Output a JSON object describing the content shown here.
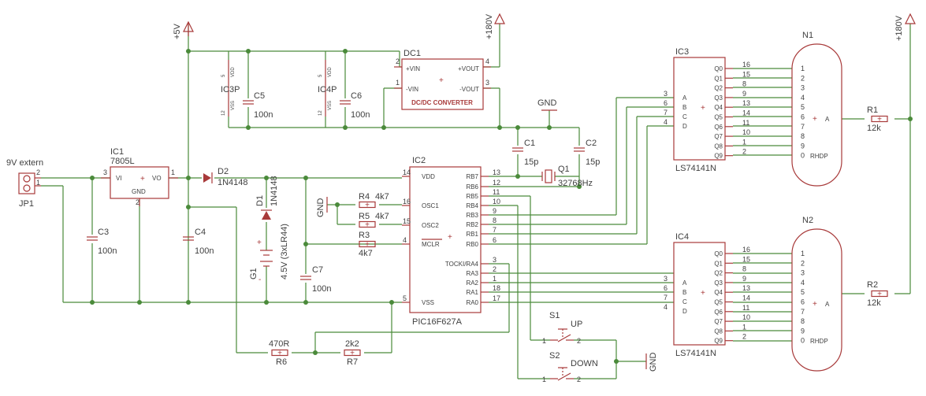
{
  "supply": {
    "plus5v": "+5V",
    "plus180v": "+180V",
    "gnd": "GND"
  },
  "connector": {
    "name": "9V extern",
    "ref": "JP1",
    "pin_top": "2",
    "pin_bottom": "1"
  },
  "ic1": {
    "name": "IC1",
    "value": "7805L",
    "vi": "VI",
    "vo": "VO",
    "gnd": "GND",
    "pin_in": "3",
    "pin_out": "1",
    "pin_gnd": "2"
  },
  "ic2": {
    "name": "IC2",
    "value": "PIC16F627A",
    "left_pins": [
      {
        "label": "VDD",
        "num": "14"
      },
      {
        "label": "OSC1",
        "num": "16"
      },
      {
        "label": "OSC2",
        "num": "15"
      },
      {
        "label": "MCLR",
        "num": "4"
      },
      {
        "label": "VSS",
        "num": "5"
      }
    ],
    "right_pins": [
      {
        "label": "RB7",
        "num": "13"
      },
      {
        "label": "RB6",
        "num": "12"
      },
      {
        "label": "RB5",
        "num": "11"
      },
      {
        "label": "RB4",
        "num": "10"
      },
      {
        "label": "RB3",
        "num": "9"
      },
      {
        "label": "RB2",
        "num": "8"
      },
      {
        "label": "RB1",
        "num": "7"
      },
      {
        "label": "RB0",
        "num": "6"
      },
      {
        "label": "TOCKI/RA4",
        "num": "3"
      },
      {
        "label": "RA3",
        "num": "2"
      },
      {
        "label": "RA2",
        "num": "1"
      },
      {
        "label": "RA1",
        "num": "18"
      },
      {
        "label": "RA0",
        "num": "17"
      }
    ]
  },
  "ic3p": {
    "name": "IC3P",
    "vdd": "VDD",
    "vss": "VSS",
    "pin_top": "5",
    "pin_bottom": "12"
  },
  "ic4p": {
    "name": "IC4P",
    "vdd": "VDD",
    "vss": "VSS",
    "pin_top": "5",
    "pin_bottom": "12"
  },
  "dc1": {
    "name": "DC1",
    "title": "DC/DC CONVERTER",
    "plus_vin": "+VIN",
    "minus_vin": "-VIN",
    "plus_vout": "+VOUT",
    "minus_vout": "-VOUT",
    "pin_plus_vin": "2",
    "pin_minus_vin": "1",
    "pin_plus_vout": "4",
    "pin_minus_vout": "3"
  },
  "decoders": [
    {
      "name": "IC3",
      "value": "LS74141N",
      "inputs": [
        {
          "label": "A",
          "num": "3"
        },
        {
          "label": "B",
          "num": "6"
        },
        {
          "label": "C",
          "num": "7"
        },
        {
          "label": "D",
          "num": "4"
        }
      ]
    },
    {
      "name": "IC4",
      "value": "LS74141N",
      "inputs": [
        {
          "label": "A",
          "num": "3"
        },
        {
          "label": "B",
          "num": "6"
        },
        {
          "label": "C",
          "num": "7"
        },
        {
          "label": "D",
          "num": "4"
        }
      ]
    }
  ],
  "decoder_outputs": [
    {
      "label": "Q0",
      "num": "16"
    },
    {
      "label": "Q1",
      "num": "15"
    },
    {
      "label": "Q2",
      "num": "8"
    },
    {
      "label": "Q3",
      "num": "9"
    },
    {
      "label": "Q4",
      "num": "13"
    },
    {
      "label": "Q5",
      "num": "14"
    },
    {
      "label": "Q6",
      "num": "11"
    },
    {
      "label": "Q7",
      "num": "10"
    },
    {
      "label": "Q8",
      "num": "1"
    },
    {
      "label": "Q9",
      "num": "2"
    }
  ],
  "tubes": [
    {
      "name": "N1"
    },
    {
      "name": "N2"
    }
  ],
  "tube_pins": [
    "1",
    "2",
    "3",
    "4",
    "5",
    "6",
    "7",
    "8",
    "9",
    "0"
  ],
  "tube_anode": "A",
  "tube_rhdp": "RHDP",
  "components": {
    "c1": {
      "name": "C1",
      "value": "15p"
    },
    "c2": {
      "name": "C2",
      "value": "15p"
    },
    "c3": {
      "name": "C3",
      "value": "100n"
    },
    "c4": {
      "name": "C4",
      "value": "100n"
    },
    "c5": {
      "name": "C5",
      "value": "100n"
    },
    "c6": {
      "name": "C6",
      "value": "100n"
    },
    "c7": {
      "name": "C7",
      "value": "100n"
    },
    "d1": {
      "name": "D1",
      "value": "1N4148"
    },
    "d2": {
      "name": "D2",
      "value": "1N4148"
    },
    "g1": {
      "name": "G1",
      "value": "4.5V (3xLR44)"
    },
    "q1": {
      "name": "Q1",
      "value": "32768Hz"
    },
    "r1": {
      "name": "R1",
      "value": "12k"
    },
    "r2": {
      "name": "R2",
      "value": "12k"
    },
    "r3": {
      "name": "R3",
      "value": "4k7"
    },
    "r4": {
      "name": "R4",
      "value": "4k7"
    },
    "r5": {
      "name": "R5",
      "value": "4k7"
    },
    "r6": {
      "name": "R6",
      "value": "470R"
    },
    "r7": {
      "name": "R7",
      "value": "2k2"
    },
    "s1": {
      "name": "S1",
      "value": "UP",
      "pin1": "1",
      "pin2": "2"
    },
    "s2": {
      "name": "S2",
      "value": "DOWN",
      "pin1": "1",
      "pin2": "2"
    }
  }
}
